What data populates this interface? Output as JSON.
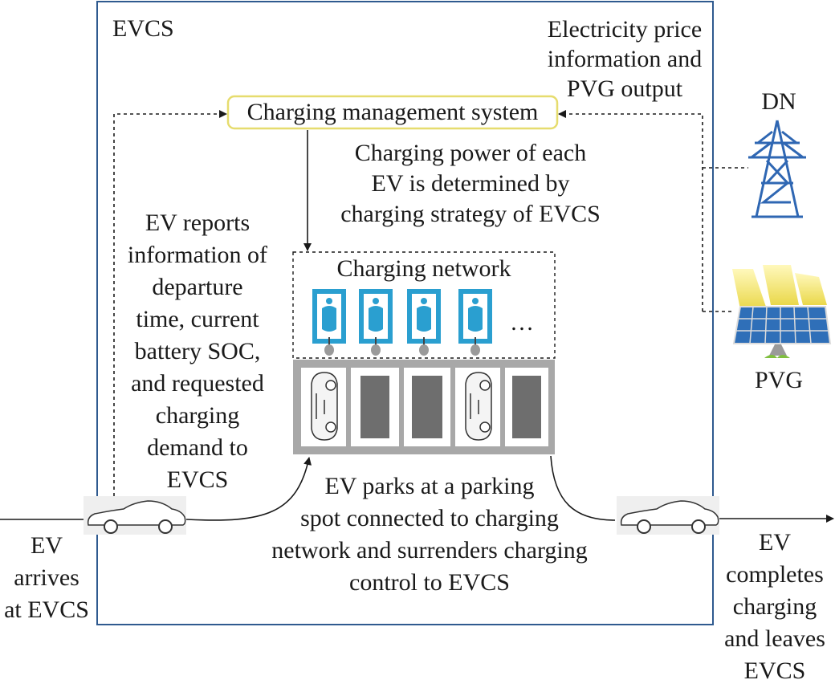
{
  "colors": {
    "evcs_border": "#2f5a8f",
    "cms_border": "#e6dc6e",
    "tower": "#2f67b3",
    "charger": "#2a9fd0",
    "arrow": "#1a1a1a",
    "parking_bg": "#a8a8a8",
    "parking_block": "#6e6e6e",
    "panel": "#2f6fb8",
    "sunlight": "#ead84a"
  },
  "evcs_label": "EVCS",
  "cms_label": "Charging management system",
  "price_info": [
    "Electricity price",
    "information and",
    "PVG output"
  ],
  "dn_label": "DN",
  "pvg_label": "PVG",
  "strategy_text": [
    "Charging power of each",
    "EV is determined by",
    "charging strategy of EVCS"
  ],
  "ev_reports_text": [
    "EV reports",
    "information of",
    "departure",
    "time, current",
    "battery SOC,",
    "and requested",
    "charging",
    "demand to",
    "EVCS"
  ],
  "charging_network_label": "Charging network",
  "ellipsis": "…",
  "parks_text": [
    "EV parks at a parking",
    "spot connected to charging",
    "network and surrenders charging",
    "control to EVCS"
  ],
  "arrives_text": [
    "EV",
    "arrives",
    "at EVCS"
  ],
  "leaves_text": [
    "EV",
    "completes",
    "charging",
    "and leaves",
    "EVCS"
  ]
}
